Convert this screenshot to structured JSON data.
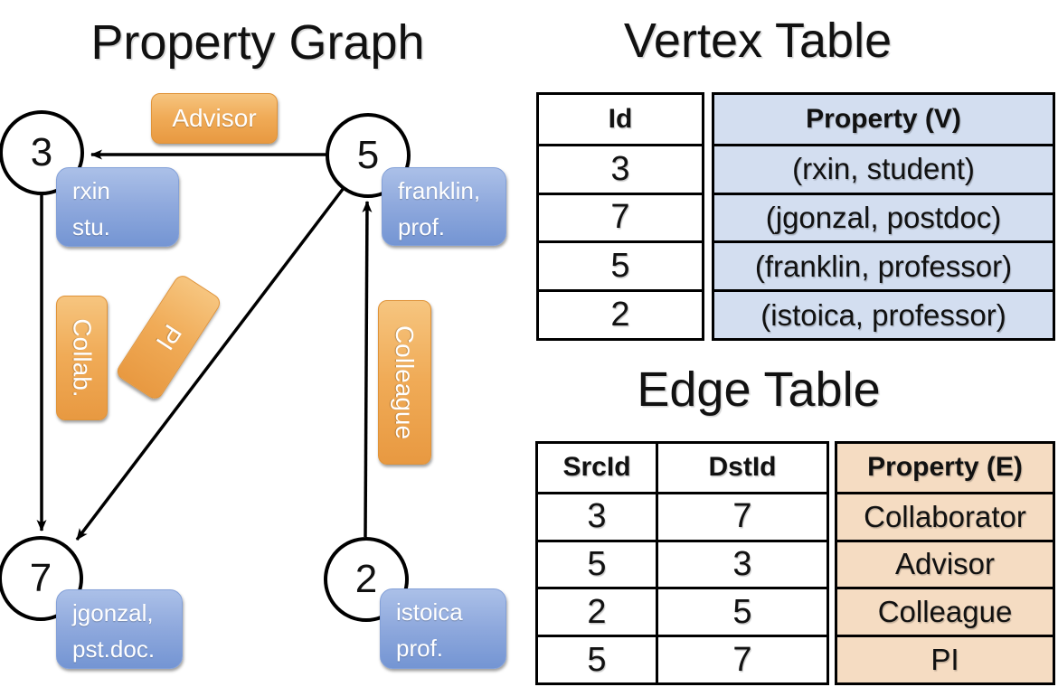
{
  "graph": {
    "title": "Property Graph",
    "nodes": [
      {
        "id": "3",
        "prop_lines": [
          "rxin",
          "stu."
        ]
      },
      {
        "id": "5",
        "prop_lines": [
          "franklin,",
          "prof."
        ]
      },
      {
        "id": "7",
        "prop_lines": [
          "jgonzal,",
          "pst.doc."
        ]
      },
      {
        "id": "2",
        "prop_lines": [
          "istoica",
          "prof."
        ]
      }
    ],
    "edge_labels": [
      {
        "label": "Advisor"
      },
      {
        "label": "Collab."
      },
      {
        "label": "PI"
      },
      {
        "label": "Colleague"
      }
    ]
  },
  "vertex_table": {
    "title": "Vertex Table",
    "headers": {
      "id": "Id",
      "property": "Property (V)"
    },
    "rows": [
      {
        "id": "3",
        "property": "(rxin, student)"
      },
      {
        "id": "7",
        "property": "(jgonzal, postdoc)"
      },
      {
        "id": "5",
        "property": "(franklin, professor)"
      },
      {
        "id": "2",
        "property": "(istoica, professor)"
      }
    ]
  },
  "edge_table": {
    "title": "Edge Table",
    "headers": {
      "src": "SrcId",
      "dst": "DstId",
      "property": "Property (E)"
    },
    "rows": [
      {
        "src": "3",
        "dst": "7",
        "property": "Collaborator"
      },
      {
        "src": "5",
        "dst": "3",
        "property": "Advisor"
      },
      {
        "src": "2",
        "dst": "5",
        "property": "Colleague"
      },
      {
        "src": "5",
        "dst": "7",
        "property": "PI"
      }
    ]
  },
  "colors": {
    "edge_label_orange_top": "#f6c57f",
    "edge_label_orange_bottom": "#e89941",
    "vertex_box_blue_top": "#abc0e8",
    "vertex_box_blue_bottom": "#7495d3",
    "vertex_table_fill": "#d3def0",
    "edge_table_fill": "#f5dcc2",
    "line_color": "#000000"
  }
}
